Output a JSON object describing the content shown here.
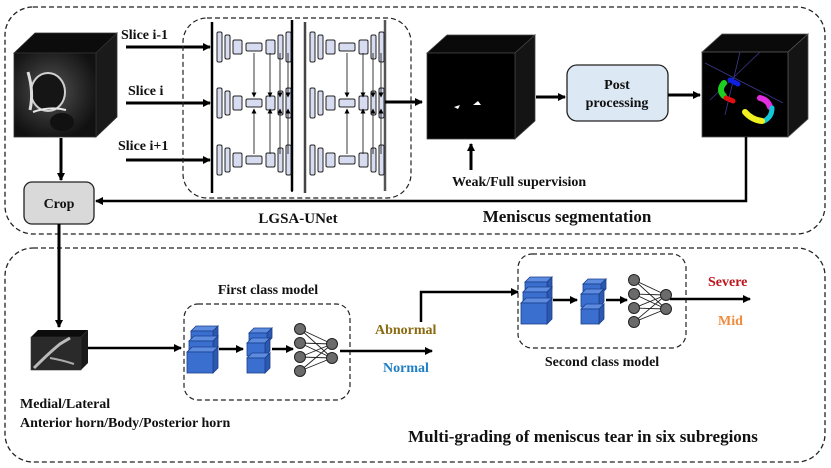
{
  "top_section": {
    "title": "Meniscus segmentation",
    "inputs": {
      "slice_prev": "Slice i-1",
      "slice_curr": "Slice i",
      "slice_next": "Slice i+1"
    },
    "network_label": "LGSA-UNet",
    "supervision_label": "Weak/Full supervision",
    "post_processing_label": "Post\nprocessing",
    "post_processing_line1": "Post",
    "post_processing_line2": "processing",
    "crop_label": "Crop"
  },
  "bottom_section": {
    "title": "Multi-grading of meniscus tear in six subregions",
    "subregion_line1": "Medial/Lateral",
    "subregion_line2": "Anterior horn/Body/Posterior horn",
    "first_model_label": "First class model",
    "second_model_label": "Second class model",
    "outputs_first": {
      "abnormal": "Abnormal",
      "normal": "Normal"
    },
    "outputs_second": {
      "severe": "Severe",
      "mid": "Mid"
    }
  },
  "colors": {
    "abnormal": "#8a6a10",
    "normal": "#1f7fc4",
    "severe": "#c0141c",
    "mid": "#f08a3c",
    "cube_blue": "#3a6fd0",
    "node_gray": "#6b6b6b",
    "unet_block": "#d8dcf0",
    "post_box": "#dce8f4",
    "crop_box": "#d9d9d9"
  }
}
